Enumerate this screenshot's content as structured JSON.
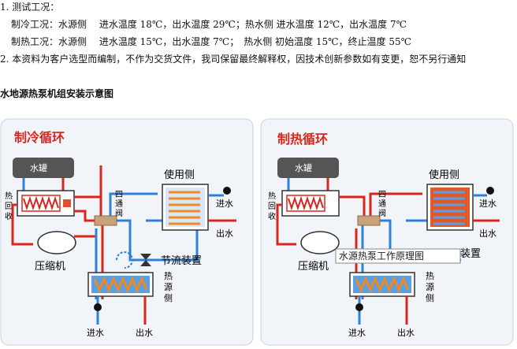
{
  "lines": [
    "1. 测试工况：",
    "制冷工况：水源侧　 进水温度 18℃，出水温度 29℃；热水侧 进水温度 12℃，出水温度 7℃",
    "制热工况：水源侧　 进水温度 15℃，出水温度 7℃；　热水侧 初始温度 15℃，终止温度 55℃",
    "2. 本资料为客户选型而编制，不作为交货文件，我司保留最终解释权，因技术创新参数如有变更，恕不另行通知"
  ],
  "heading": "水地源热泵机组安装示意图",
  "diagrams": [
    {
      "title": "制冷循环",
      "tank": "水罐",
      "heat_recovery": [
        "热",
        "回",
        "收"
      ],
      "valve4": [
        "四",
        "通",
        "阀"
      ],
      "user_side": "使用侧",
      "in_water": "进水",
      "out_water": "出水",
      "compressor": "压缩机",
      "throttle": "节流装置",
      "source": [
        "热",
        "源",
        "侧"
      ],
      "bottom_in": "进水",
      "bottom_out": "出水"
    },
    {
      "title": "制热循环",
      "tank": "水罐",
      "heat_recovery": [
        "热",
        "回",
        "收"
      ],
      "valve4": [
        "四",
        "通",
        "阀"
      ],
      "user_side": "使用侧",
      "in_water": "进水",
      "out_water": "出水",
      "compressor": "压缩机",
      "throttle": "装置",
      "source": [
        "热",
        "源",
        "侧"
      ],
      "bottom_in": "进水",
      "bottom_out": "出水",
      "tooltip": "水源热泵工作原理图"
    }
  ],
  "colors": {
    "title_red": "#d9261c",
    "pipe_red": "#d9261c",
    "pipe_blue": "#2f80d8",
    "coil_orange": "#f08a1e"
  }
}
